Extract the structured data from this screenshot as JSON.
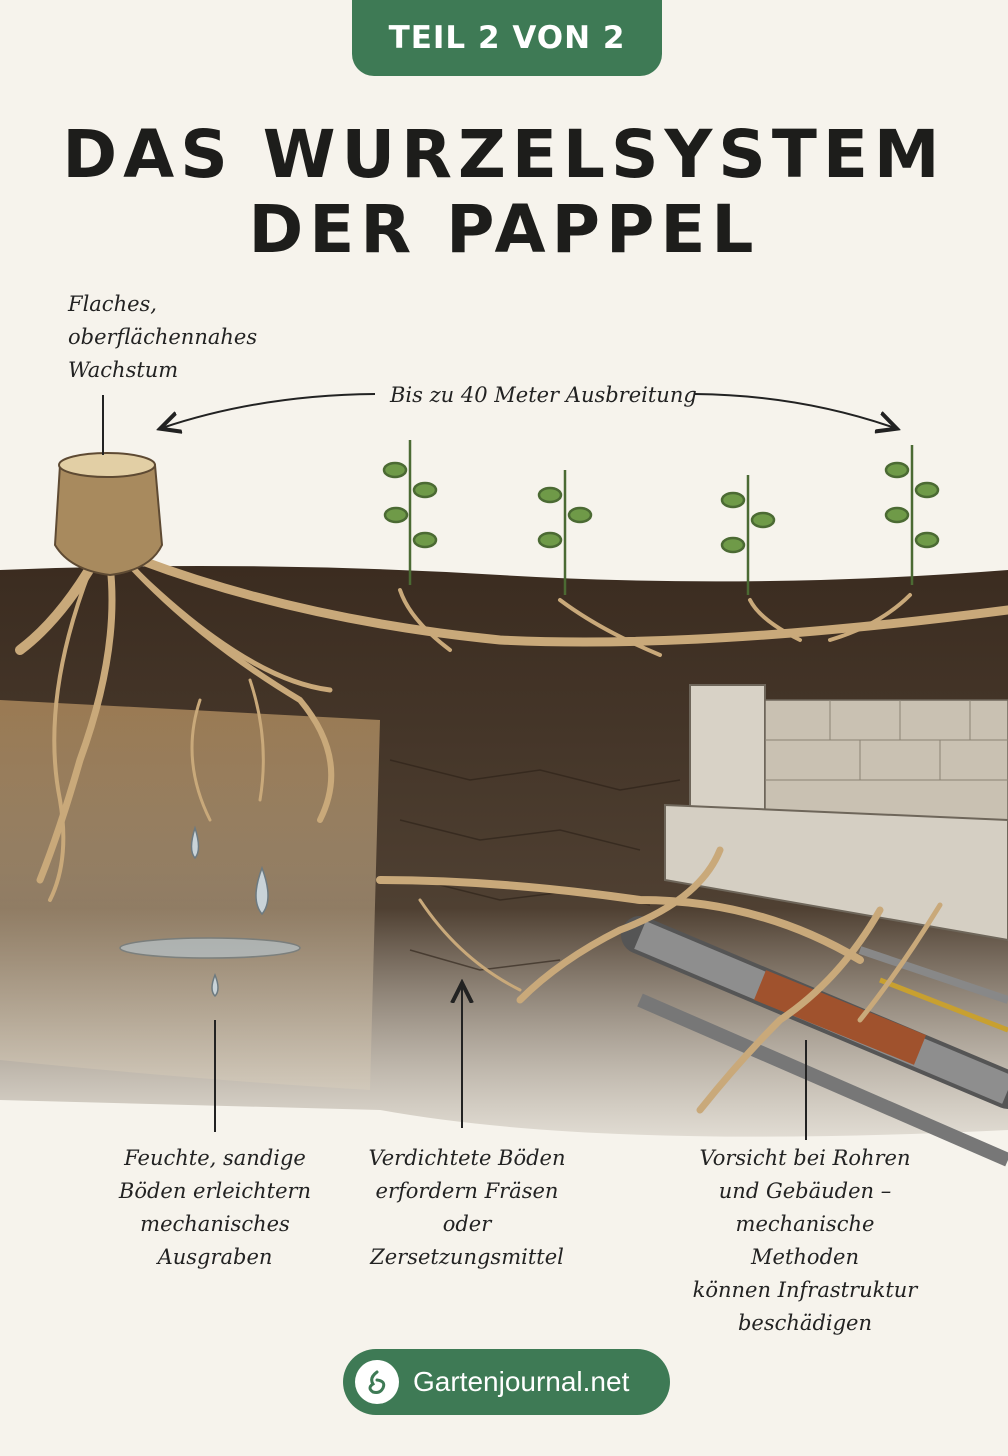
{
  "header": {
    "badge": "TEIL 2 VON 2",
    "title_line1": "DAS WURZELSYSTEM",
    "title_line2": "DER PAPPEL"
  },
  "labels": {
    "shallow": "Flaches,\noberflächennahes\nWachstum",
    "spread": "Bis zu 40 Meter Ausbreitung",
    "sandy": "Feuchte, sandige\nBöden erleichtern\nmechanisches\nAusgraben",
    "compact": "Verdichtete Böden\nerfordern Fräsen\noder Zersetzungsmittel",
    "infra": "Vorsicht bei Rohren\nund Gebäuden –\nmechanische Methoden\nkönnen Infrastruktur\nbeschädigen"
  },
  "footer": {
    "brand": "Gartenjournal.net",
    "logo_icon": "gartenjournal-logo-icon"
  },
  "colors": {
    "accent_green": "#3e7a55",
    "soil": "#4a3a2c",
    "sand": "#c9a878",
    "root": "#c9a97a"
  }
}
